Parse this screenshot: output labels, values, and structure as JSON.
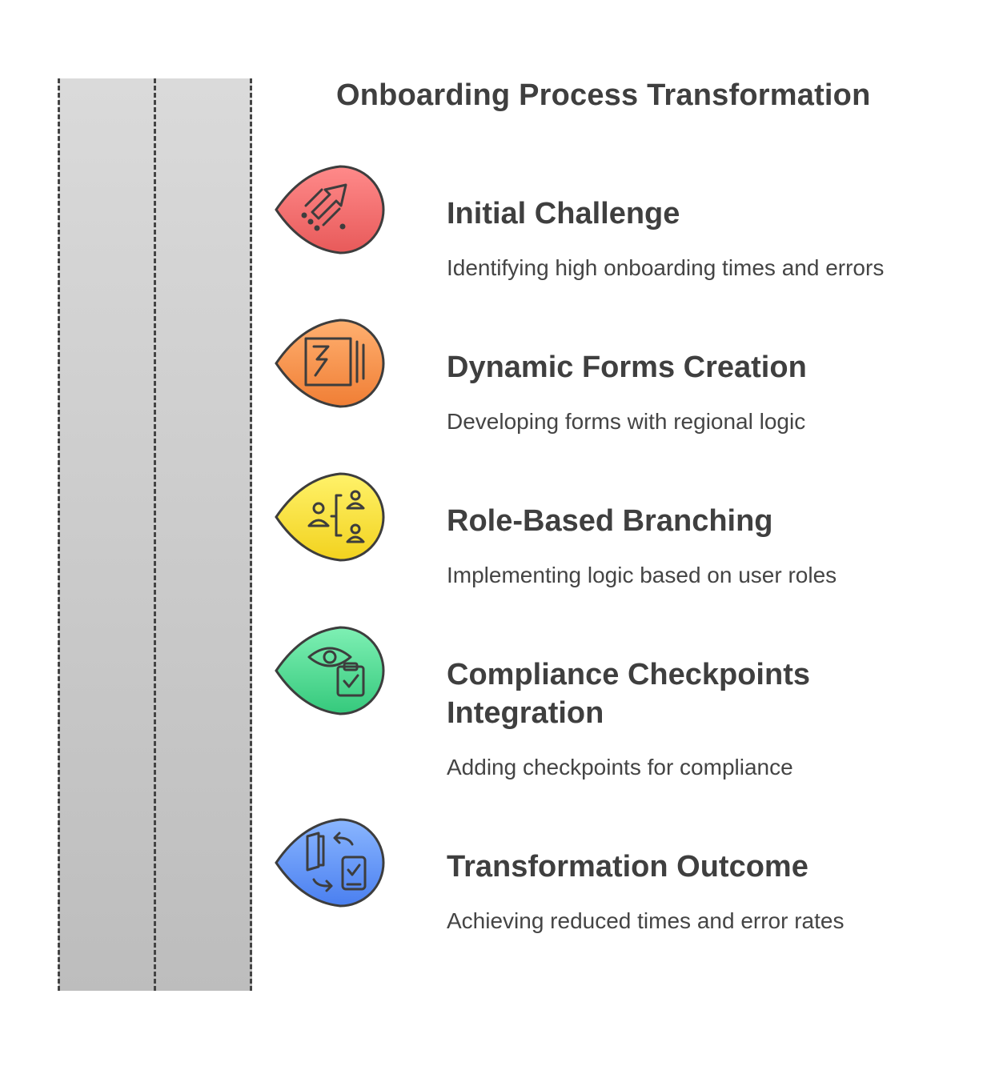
{
  "title": "Onboarding Process Transformation",
  "steps": [
    {
      "title": "Initial Challenge",
      "description": "Identifying high onboarding times and errors",
      "icon": "growth-arrow-icon",
      "color_top": "#ff8a8a",
      "color_bottom": "#e85a5a"
    },
    {
      "title": "Dynamic Forms Creation",
      "description": "Developing forms with regional logic",
      "icon": "form-document-icon",
      "color_top": "#ffb070",
      "color_bottom": "#f07e35"
    },
    {
      "title": "Role-Based Branching",
      "description": "Implementing logic based on user roles",
      "icon": "user-branching-icon",
      "color_top": "#fff26a",
      "color_bottom": "#f2d21e"
    },
    {
      "title": "Compliance Checkpoints Integration",
      "description": "Adding checkpoints for compliance",
      "icon": "eye-clipboard-icon",
      "color_top": "#7ef0b4",
      "color_bottom": "#35c97c"
    },
    {
      "title": "Transformation Outcome",
      "description": "Achieving reduced times and error rates",
      "icon": "device-transfer-icon",
      "color_top": "#8ab6ff",
      "color_bottom": "#4a7ff0"
    }
  ]
}
